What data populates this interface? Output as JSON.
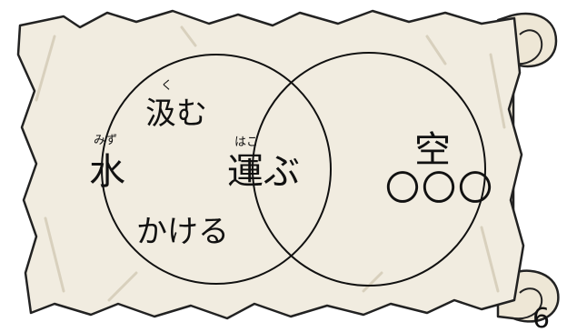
{
  "venn": {
    "left_label": "水",
    "left_label_ruby": "みず",
    "left_top_text": "汲む",
    "left_top_ruby": "く",
    "left_bottom_text": "かける",
    "center_text": "運ぶ",
    "center_ruby": "はこ",
    "right_label": "空",
    "right_blank": "〇〇〇"
  },
  "page_number": "6",
  "colors": {
    "parchment": "#f1ece0",
    "parchment_shadow": "#d8d0bd",
    "ink": "#111111"
  }
}
